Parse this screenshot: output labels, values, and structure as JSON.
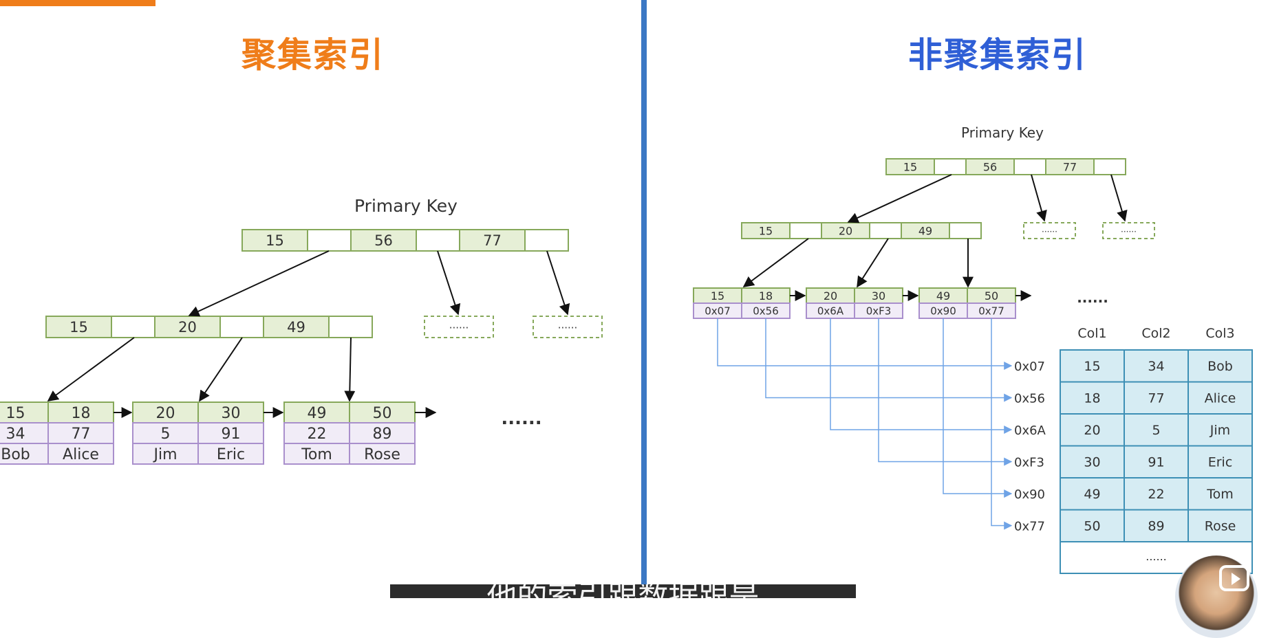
{
  "colors": {
    "accent_orange": "#ef7d1a",
    "accent_blue": "#2f5fd6",
    "divider_blue": "#3b78c4",
    "node_green_fill": "#e6efd6",
    "node_green_stroke": "#86a85a",
    "node_purple_fill": "#f1ecf7",
    "node_purple_stroke": "#a98fcc",
    "table_fill": "#d6ecf3",
    "table_stroke": "#3d8fb5",
    "pointer_line": "#6fa3e6"
  },
  "left": {
    "title": "聚集索引",
    "primary_key_label": "Primary Key",
    "root_keys": [
      "15",
      "56",
      "77"
    ],
    "level2_keys": [
      "15",
      "20",
      "49"
    ],
    "dashed_placeholder": "......",
    "leaves": [
      {
        "keys": [
          "15",
          "18"
        ],
        "col2": [
          "34",
          "77"
        ],
        "col3": [
          "Bob",
          "Alice"
        ]
      },
      {
        "keys": [
          "20",
          "30"
        ],
        "col2": [
          "5",
          "91"
        ],
        "col3": [
          "Jim",
          "Eric"
        ]
      },
      {
        "keys": [
          "49",
          "50"
        ],
        "col2": [
          "22",
          "89"
        ],
        "col3": [
          "Tom",
          "Rose"
        ]
      }
    ],
    "ellipsis": "......"
  },
  "right": {
    "title": "非聚集索引",
    "primary_key_label": "Primary Key",
    "root_keys": [
      "15",
      "56",
      "77"
    ],
    "level2_keys": [
      "15",
      "20",
      "49"
    ],
    "dashed_placeholder": "......",
    "leaves": [
      {
        "keys": [
          "15",
          "18"
        ],
        "addrs": [
          "0x07",
          "0x56"
        ]
      },
      {
        "keys": [
          "20",
          "30"
        ],
        "addrs": [
          "0x6A",
          "0xF3"
        ]
      },
      {
        "keys": [
          "49",
          "50"
        ],
        "addrs": [
          "0x90",
          "0x77"
        ]
      }
    ],
    "ellipsis": "......",
    "pointers": [
      "0x07",
      "0x56",
      "0x6A",
      "0xF3",
      "0x90",
      "0x77"
    ],
    "table": {
      "headers": [
        "Col1",
        "Col2",
        "Col3"
      ],
      "rows": [
        [
          "15",
          "34",
          "Bob"
        ],
        [
          "18",
          "77",
          "Alice"
        ],
        [
          "20",
          "5",
          "Jim"
        ],
        [
          "30",
          "91",
          "Eric"
        ],
        [
          "49",
          "22",
          "Tom"
        ],
        [
          "50",
          "89",
          "Rose"
        ]
      ],
      "ellipsis": "......"
    }
  },
  "subtitle": "他的索引跟数据跟是"
}
